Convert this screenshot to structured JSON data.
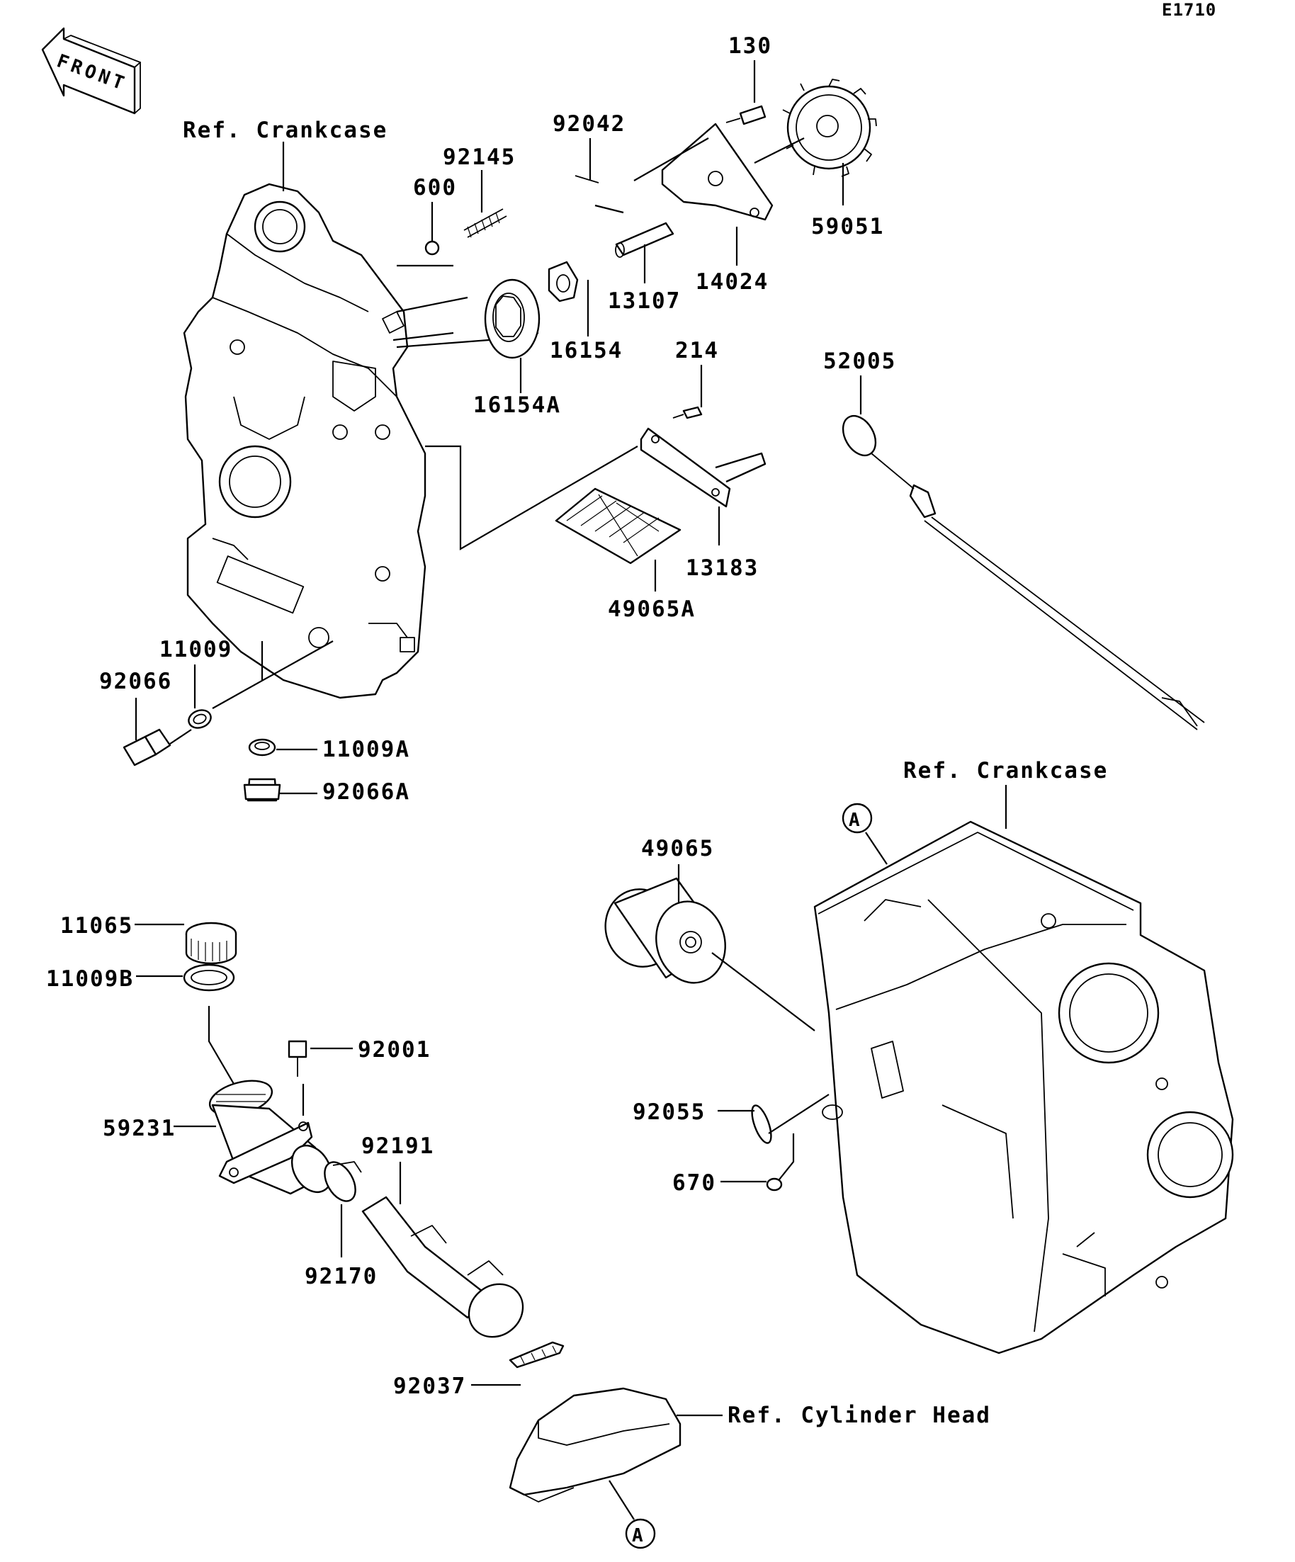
{
  "diagram_code": "E1710",
  "front_marker": "FRONT",
  "refs": {
    "crankcase_top": "Ref. Crankcase",
    "crankcase_right": "Ref. Crankcase",
    "cylinder_head": "Ref. Cylinder  Head"
  },
  "circle_markers": {
    "a1": "A",
    "a2": "A"
  },
  "parts": {
    "p130": "130",
    "p92042": "92042",
    "p92145": "92145",
    "p600": "600",
    "p59051": "59051",
    "p14024": "14024",
    "p13107": "13107",
    "p16154": "16154",
    "p16154A": "16154A",
    "p214": "214",
    "p52005": "52005",
    "p13183": "13183",
    "p49065A": "49065A",
    "p11009": "11009",
    "p92066": "92066",
    "p11009A": "11009A",
    "p92066A": "92066A",
    "p49065": "49065",
    "p11065": "11065",
    "p11009B": "11009B",
    "p92001": "92001",
    "p59231": "59231",
    "p92191": "92191",
    "p92055": "92055",
    "p670": "670",
    "p92170": "92170",
    "p92037": "92037"
  }
}
